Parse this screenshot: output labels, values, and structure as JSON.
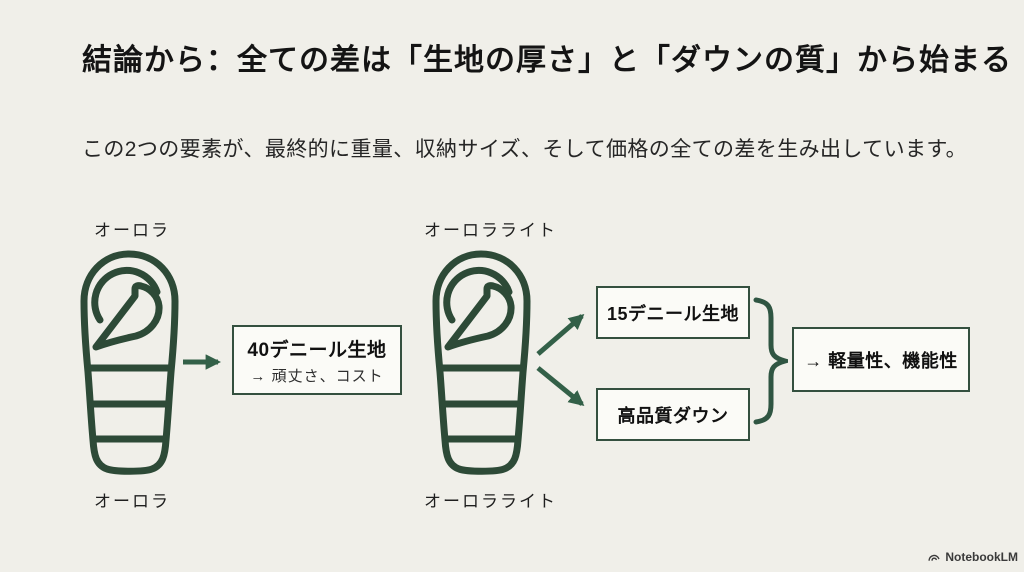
{
  "slide": {
    "title": "結論から：全ての差は「生地の厚さ」と「ダウンの質」から始まる",
    "subtitle": "この2つの要素が、最終的に重量、収納サイズ、そして価格の全ての差を生み出しています。"
  },
  "colors": {
    "background": "#f0efe9",
    "illustration_green": "#2d4a37",
    "arrow_green": "#336048",
    "box_border_green": "#34503f",
    "box_background": "#fbfbf7",
    "text_dark": "#141414"
  },
  "left_item": {
    "label_top": "オーロラ",
    "label_bottom": "オーロラ",
    "illustration": "sleeping-bag",
    "box": {
      "title": "40デニール生地",
      "note": "→ 頑丈さ、コスト"
    }
  },
  "right_item": {
    "label_top": "オーロラライト",
    "label_bottom": "オーロラライト",
    "illustration": "sleeping-bag",
    "boxes": [
      {
        "title": "15デニール生地"
      },
      {
        "title": "高品質ダウン"
      }
    ],
    "result_box": {
      "title": "→ 軽量性、機能性"
    }
  },
  "footer": {
    "brand": "NotebookLM",
    "icon": "notebooklm-logo"
  }
}
